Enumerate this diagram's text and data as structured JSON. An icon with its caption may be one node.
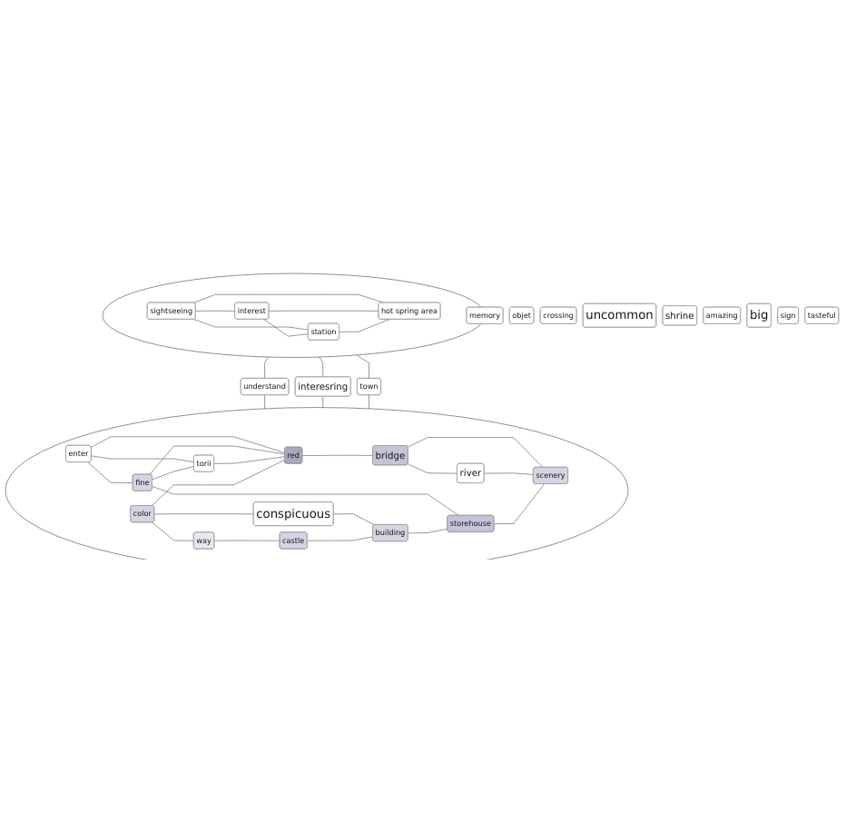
{
  "diagram": {
    "nodes": [
      {
        "text": [
          "memory"
        ]
      },
      {
        "text": [
          "objet"
        ]
      },
      {
        "text": [
          "crossing"
        ]
      },
      {
        "text": [],
        "shape": "ellipse"
      },
      {
        "text": [
          "sightseeing"
        ],
        "in": 3
      },
      {
        "text": [
          "interest"
        ],
        "in": 3
      },
      {
        "text": [
          "station"
        ],
        "in": 3
      },
      {
        "text": [
          "hot spring area"
        ],
        "in": 3
      },
      {
        "text": [
          "uncommon"
        ]
      },
      {
        "text": [
          "shrine"
        ]
      },
      {
        "text": [
          "town"
        ]
      },
      {
        "text": [
          "understand"
        ]
      },
      {
        "text": [
          "interesring"
        ]
      },
      {
        "text": [
          "amazing"
        ]
      },
      {
        "text": [
          "big"
        ]
      },
      {
        "text": [],
        "shape": "ellipse"
      },
      {
        "text": [
          "sign"
        ]
      },
      {
        "text": [
          "tasteful"
        ]
      },
      {
        "text": [
          "enter"
        ],
        "in": 15
      },
      {
        "text": [
          "fine"
        ],
        "in": 15
      },
      {
        "text": [
          "torii"
        ],
        "in": 15
      },
      {
        "text": [
          "red"
        ],
        "in": 15
      },
      {
        "text": [
          "color"
        ],
        "in": 15
      },
      {
        "text": [
          "way"
        ],
        "in": 15
      },
      {
        "text": [
          "river"
        ],
        "in": 15
      },
      {
        "text": [
          "castle"
        ],
        "in": 15
      },
      {
        "text": [
          "bridge"
        ],
        "in": 15
      },
      {
        "text": [
          "conspicuous"
        ],
        "in": 15
      },
      {
        "text": [
          "building"
        ],
        "in": 15
      },
      {
        "text": [
          "scenery"
        ],
        "in": 15
      },
      {
        "text": [
          "storehouse"
        ],
        "in": 15
      }
    ],
    "edges": [
      {
        "from": 4,
        "to": 5,
        "arrow": "none"
      },
      {
        "from": 4,
        "to": 6,
        "arrow": "none"
      },
      {
        "from": 4,
        "to": 7,
        "arrow": "none"
      },
      {
        "from": 5,
        "to": 6,
        "arrow": "none"
      },
      {
        "from": 5,
        "to": 7,
        "arrow": "none"
      },
      {
        "from": 6,
        "to": 7,
        "arrow": "none"
      },
      {
        "from": 3,
        "to": 11,
        "arrow": "none"
      },
      {
        "from": 11,
        "to": 15,
        "arrow": "none"
      },
      {
        "from": 3,
        "to": 12,
        "arrow": "none"
      },
      {
        "from": 12,
        "to": 15,
        "arrow": "none"
      },
      {
        "from": 3,
        "to": 10,
        "arrow": "none"
      },
      {
        "from": 10,
        "to": 15,
        "arrow": "none"
      },
      {
        "from": 18,
        "to": 19,
        "arrow": "none"
      },
      {
        "from": 18,
        "to": 21,
        "arrow": "none"
      },
      {
        "from": 18,
        "to": 20,
        "arrow": "none"
      },
      {
        "from": 19,
        "to": 20,
        "arrow": "none"
      },
      {
        "from": 19,
        "to": 21,
        "arrow": "none"
      },
      {
        "from": 19,
        "to": 30,
        "arrow": "none"
      },
      {
        "from": 20,
        "to": 21,
        "arrow": "none"
      },
      {
        "from": 22,
        "to": 21,
        "arrow": "none"
      },
      {
        "from": 22,
        "to": 23,
        "arrow": "none"
      },
      {
        "from": 22,
        "to": 27,
        "arrow": "none"
      },
      {
        "from": 23,
        "to": 25,
        "arrow": "none"
      },
      {
        "from": 21,
        "to": 26,
        "arrow": "none"
      },
      {
        "from": 26,
        "to": 24,
        "arrow": "none"
      },
      {
        "from": 26,
        "to": 29,
        "arrow": "none"
      },
      {
        "from": 24,
        "to": 29,
        "arrow": "none"
      },
      {
        "from": 27,
        "to": 28,
        "arrow": "none"
      },
      {
        "from": 25,
        "to": 28,
        "arrow": "none"
      },
      {
        "from": 28,
        "to": 30,
        "arrow": "none"
      },
      {
        "from": 30,
        "to": 29,
        "arrow": "none"
      }
    ]
  }
}
